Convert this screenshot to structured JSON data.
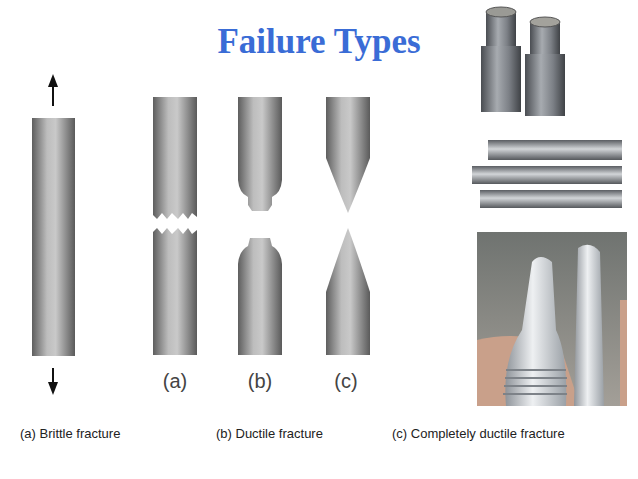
{
  "diagram": {
    "title": "Failure Types",
    "labels": [
      "(a)",
      "(b)",
      "(c)",
      "(a) Brittle fracture",
      "(b) Ductile fracture",
      "(c) Completely ductile fracture"
    ]
  }
}
